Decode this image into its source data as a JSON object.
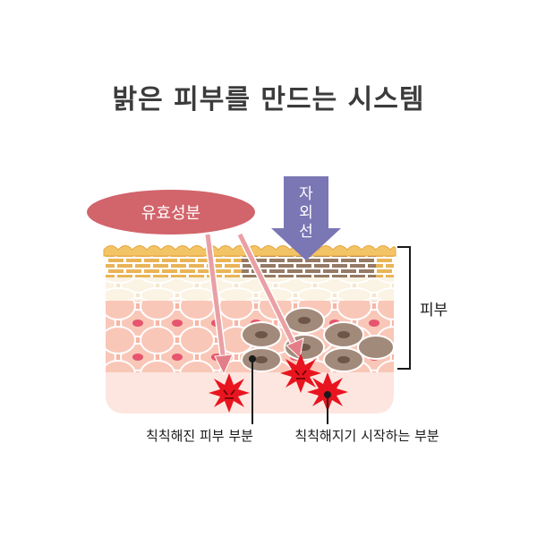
{
  "title": "밝은 피부를 만드는 시스템",
  "labels": {
    "ingredient": "유효성분",
    "uv": [
      "자",
      "외",
      "선"
    ],
    "skin": "피부",
    "damaged": "칙칙해진 피부 부분",
    "starting": "칙칙해지기 시작하는 부분"
  },
  "colors": {
    "ingredient_bubble": "#d2646b",
    "uv_arrow": "#7b76b4",
    "dermis": "#f7b3a1",
    "dark_cells": "#9b8275",
    "spots": "#e8141f",
    "scale_top": "#f3c466",
    "cornified": "#e8c58c"
  },
  "icons": [
    "damage-burst-icon"
  ]
}
